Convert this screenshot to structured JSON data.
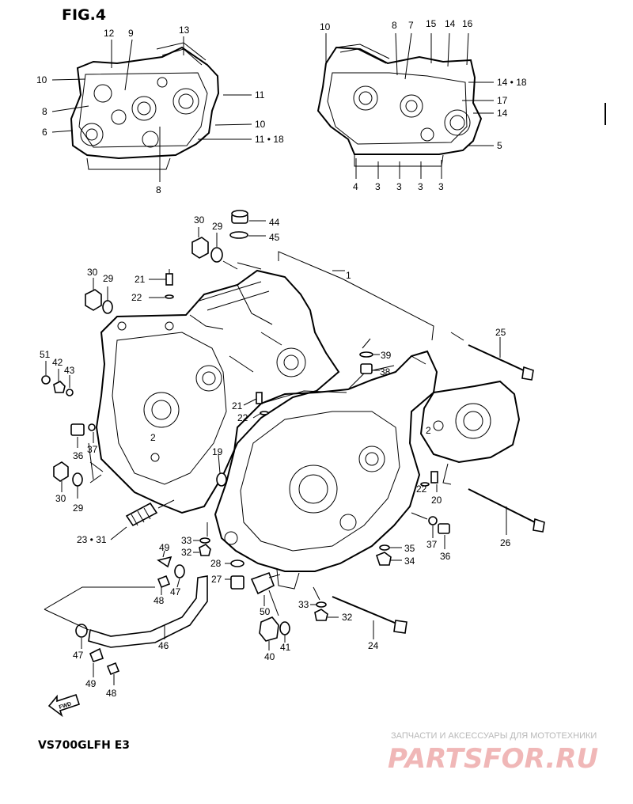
{
  "figure": {
    "title": "FIG.4",
    "model": "VS700GLFH  E3"
  },
  "watermark": {
    "caption": "ЗАПЧАСТИ И АКСЕССУАРЫ ДЛЯ МОТОТЕХНИКИ",
    "logo": "PARTSFOR.RU"
  },
  "callouts": {
    "c1": "1",
    "c2a": "2",
    "c2b": "2",
    "inset_left": [
      "12",
      "9",
      "13",
      "10",
      "8",
      "6",
      "11",
      "10",
      "11 • 18",
      "8"
    ],
    "inset_right": [
      "10",
      "8",
      "7",
      "15",
      "14",
      "16",
      "14 • 18",
      "17",
      "14",
      "5",
      "4",
      "3",
      "3",
      "3",
      "3"
    ],
    "c19": "19",
    "c20": "20",
    "c21a": "21",
    "c21b": "21",
    "c22a": "22",
    "c22b": "22",
    "c22c": "22",
    "c23_31": "23 • 31",
    "c24": "24",
    "c25": "25",
    "c26": "26",
    "c27": "27",
    "c28": "28",
    "c29a": "29",
    "c29b": "29",
    "c29c": "29",
    "c30a": "30",
    "c30b": "30",
    "c30c": "30",
    "c32a": "32",
    "c32b": "32",
    "c33a": "33",
    "c33b": "33",
    "c34": "34",
    "c35": "35",
    "c36a": "36",
    "c36b": "36",
    "c37a": "37",
    "c37b": "37",
    "c38": "38",
    "c39": "39",
    "c40": "40",
    "c41": "41",
    "c42": "42",
    "c43": "43",
    "c44": "44",
    "c45": "45",
    "c46": "46",
    "c47a": "47",
    "c47b": "47",
    "c48a": "48",
    "c48b": "48",
    "c49a": "49",
    "c49b": "49",
    "c50": "50",
    "c51": "51"
  },
  "direction_arrow": "FWD"
}
